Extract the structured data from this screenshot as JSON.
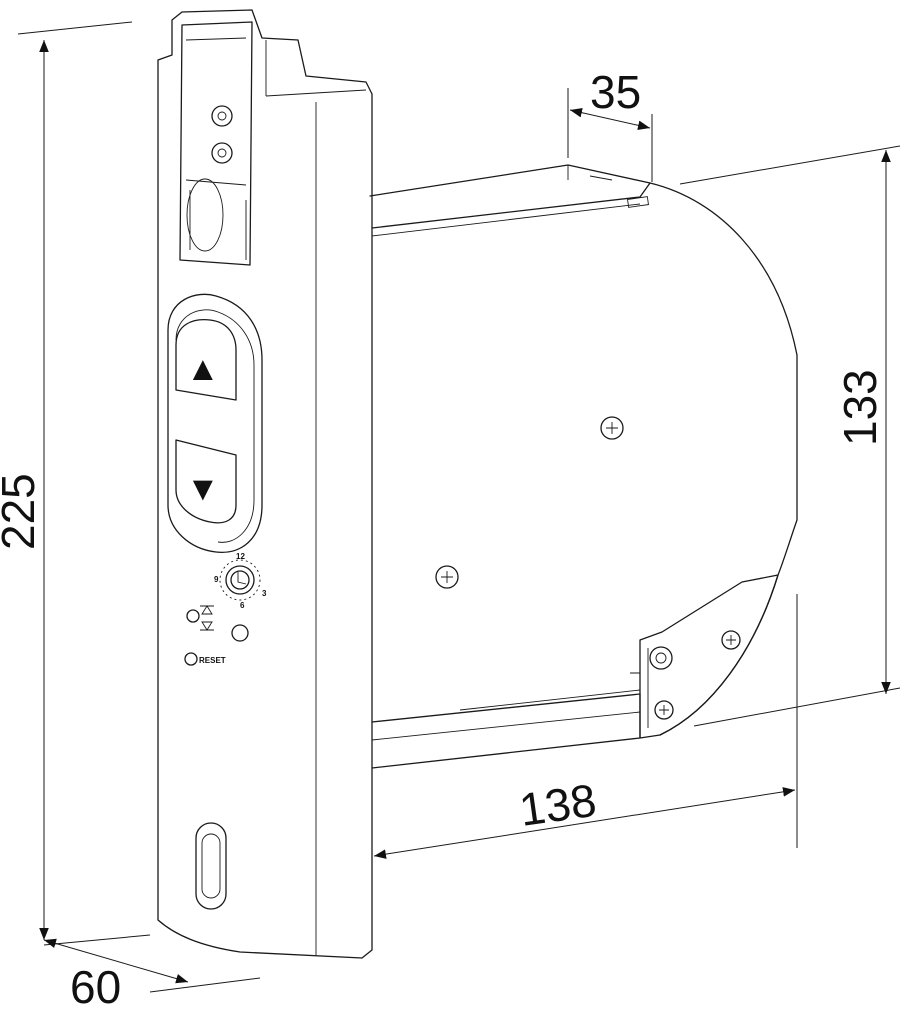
{
  "dimensions": {
    "height_total": "225",
    "depth": "60",
    "box_height": "133",
    "box_depth": "138",
    "cap_depth": "35"
  },
  "control_panel": {
    "up_button_symbol": "▲",
    "down_button_symbol": "▼",
    "timer_12": "12",
    "timer_3": "3",
    "timer_6": "6",
    "timer_9": "9",
    "reset_label": "RESET"
  }
}
